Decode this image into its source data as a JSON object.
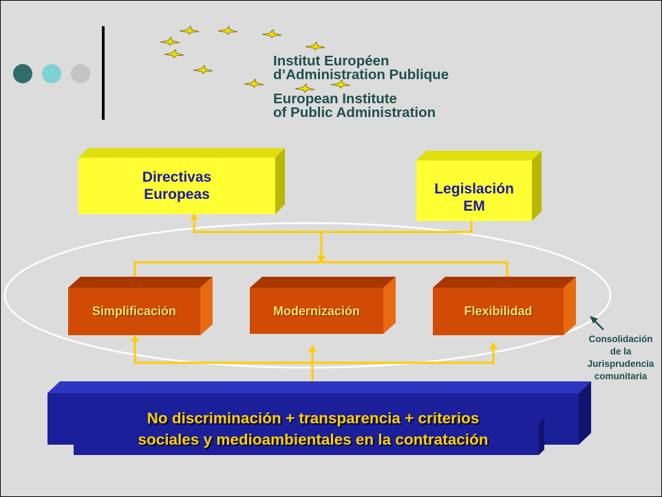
{
  "institute": {
    "line1": "Institut Européen",
    "line2": "d’Administration Publique",
    "line3": "European Institute",
    "line4": "of Public Administration"
  },
  "sources": {
    "left": {
      "line1": "Directivas",
      "line2": "Europeas"
    },
    "right": {
      "line1": "Legislación",
      "line2": "EM"
    }
  },
  "principles": [
    {
      "label": "Simplificación"
    },
    {
      "label": "Modernización"
    },
    {
      "label": "Flexibilidad"
    }
  ],
  "foundation": {
    "line1": "No discriminación + transparencia + criterios",
    "line2": "sociales y medioambientales en la contratación"
  },
  "note": {
    "line1": "Consolidación",
    "line2": "de la",
    "line3": "Jurisprudencia",
    "line4": "comunitaria"
  },
  "colors": {
    "background": "#dcdcdc",
    "yellow_box": "#ffff33",
    "orange_box": "#d04b05",
    "blue_box": "#1c1f9a",
    "arrow": "#ffcc00",
    "dot_dark": "#2e6d69",
    "dot_mid": "#7fd1d3",
    "dot_light": "#c0c0c0"
  }
}
